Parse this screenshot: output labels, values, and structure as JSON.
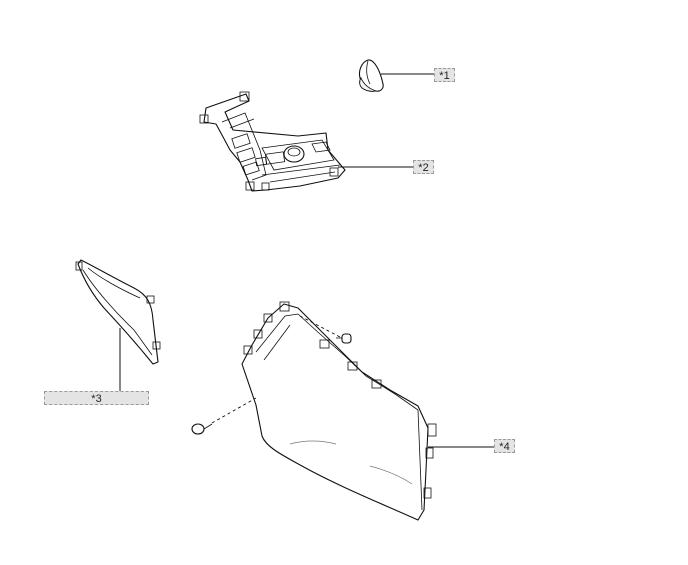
{
  "callouts": [
    {
      "id": "c1",
      "label": "*1"
    },
    {
      "id": "c2",
      "label": "*2"
    },
    {
      "id": "c3",
      "label": "*3"
    },
    {
      "id": "c4",
      "label": "*4"
    }
  ]
}
